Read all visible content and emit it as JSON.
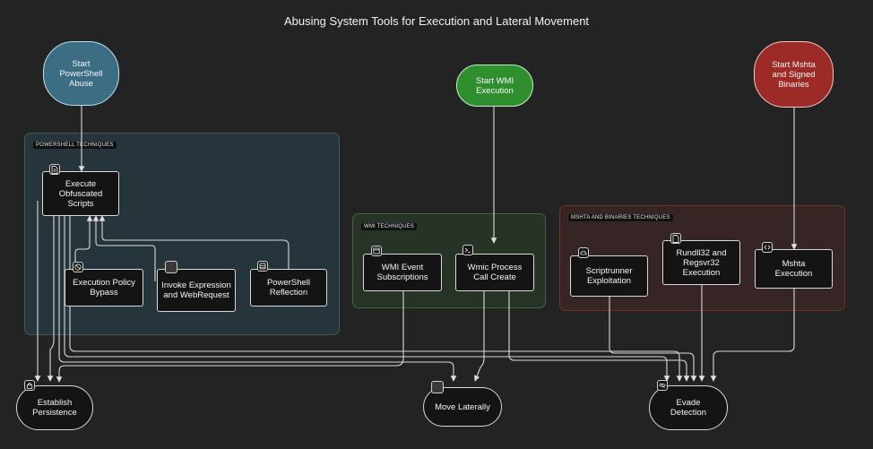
{
  "title": "Abusing System Tools for Execution and Lateral Movement",
  "colors": {
    "background": "#232323",
    "powershell_start": "#3c6e83",
    "wmi_start": "#2f8f2f",
    "mshta_start": "#9c2a26",
    "powershell_group": "#2b3e46",
    "wmi_group": "#2c3d2c",
    "mshta_group": "#3f2625"
  },
  "groups": {
    "powershell": "POWERSHELL TECHNIQUES",
    "wmi": "WMI TECHNIQUES",
    "mshta": "MSHTA AND BINARIES TECHNIQUES"
  },
  "starts": {
    "powershell": "Start PowerShell Abuse",
    "wmi": "Start WMI Execution",
    "mshta": "Start Mshta and Signed Binaries"
  },
  "nodes": {
    "obfuscated": "Execute Obfuscated Scripts",
    "policy_bypass": "Execution Policy Bypass",
    "invoke_expression": "Invoke Expression and WebRequest",
    "ps_reflection": "PowerShell Reflection",
    "wmi_event": "WMI Event Subscriptions",
    "wmic_process": "Wmic Process Call Create",
    "scriptrunner": "Scriptrunner Exploitation",
    "rundll": "Rundll32 and Regsvr32 Execution",
    "mshta_exec": "Mshta Execution",
    "persistence": "Establish Persistence",
    "move_laterally": "Move Laterally",
    "evade": "Evade Detection"
  },
  "icons": {
    "obfuscated": "document-icon",
    "policy_bypass": "blocked-shield-icon",
    "invoke_expression": "blank-square-icon",
    "ps_reflection": "database-icon",
    "wmi_event": "window-icon",
    "wmic_process": "terminal-icon",
    "scriptrunner": "cloud-icon",
    "rundll": "file-icon",
    "mshta_exec": "code-icon",
    "persistence": "lock-icon",
    "move_laterally": "blank-square-icon",
    "evade": "eye-slash-icon"
  }
}
